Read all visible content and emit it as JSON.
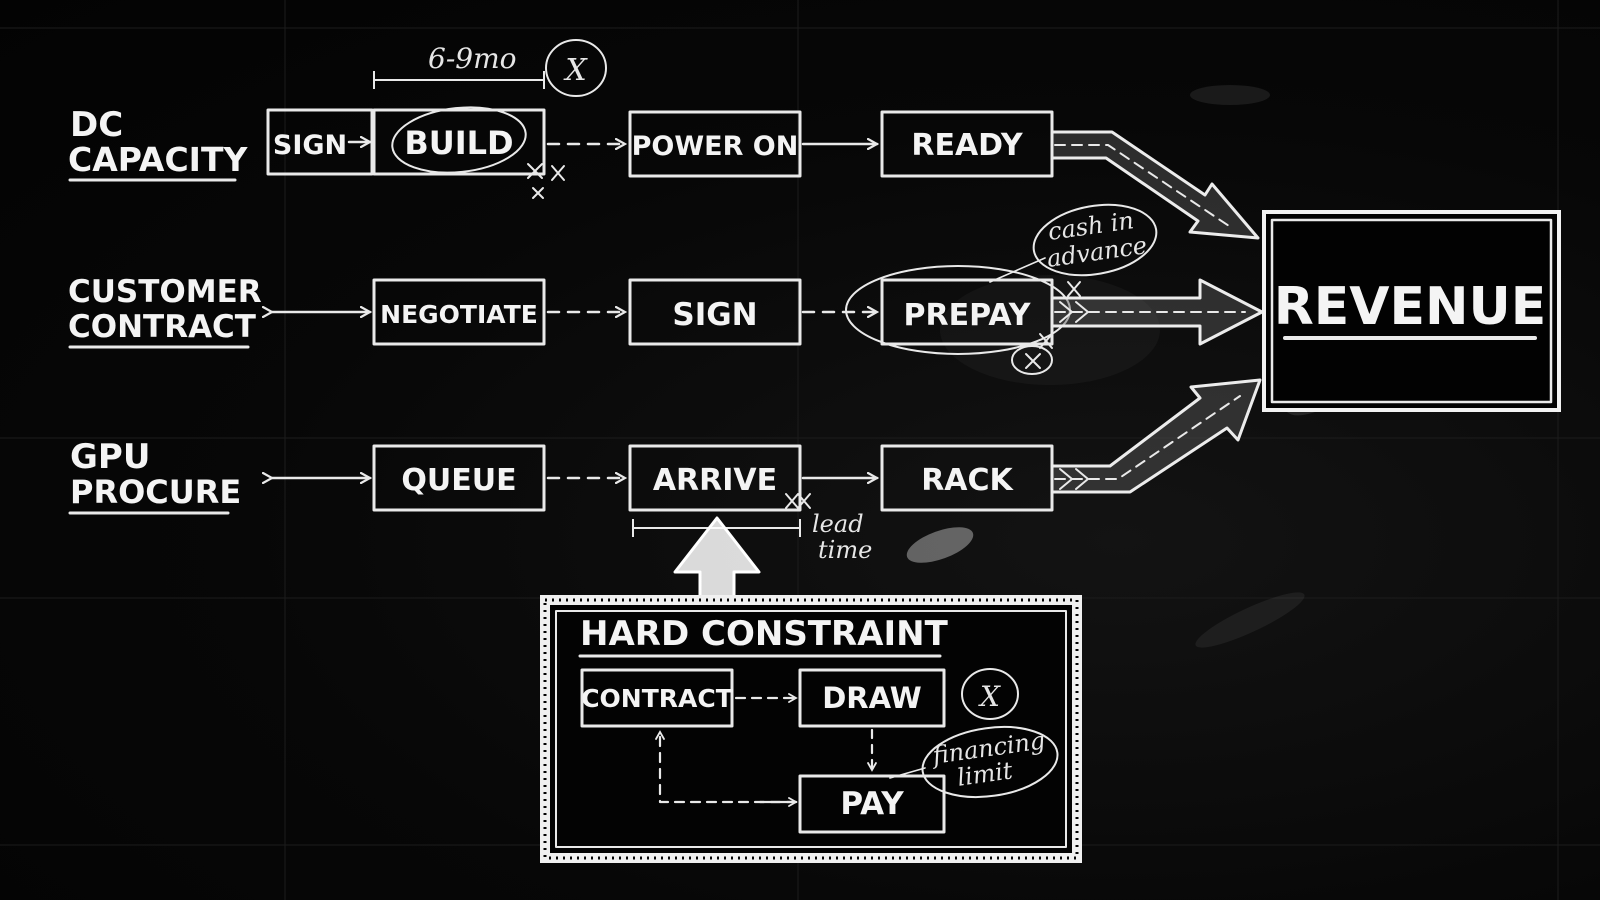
{
  "lanes": {
    "dc": {
      "line1": "DC",
      "line2": "CAPACITY"
    },
    "customer": {
      "line1": "CUSTOMER",
      "line2": "CONTRACT"
    },
    "gpu": {
      "line1": "GPU",
      "line2": "PROCURE"
    }
  },
  "steps": {
    "dc": {
      "sign": "SIGN",
      "build": "BUILD",
      "power_on": "POWER ON",
      "ready": "READY"
    },
    "customer": {
      "negotiate": "NEGOTIATE",
      "sign": "SIGN",
      "prepay": "PREPAY"
    },
    "gpu": {
      "queue": "QUEUE",
      "arrive": "ARRIVE",
      "rack": "RACK"
    }
  },
  "annotations": {
    "build_duration": "6-9mo",
    "cash_in_advance_1": "cash in",
    "cash_in_advance_2": "advance",
    "lead_time_1": "lead",
    "lead_time_2": "time",
    "x_mark": "X",
    "financing_limit_1": "financing",
    "financing_limit_2": "limit"
  },
  "revenue": {
    "label": "REVENUE"
  },
  "constraint": {
    "title": "HARD CONSTRAINT",
    "contract": "CONTRACT",
    "draw": "DRAW",
    "pay": "PAY"
  },
  "colors": {
    "chalk": "#e9e9e9",
    "board": "#050505"
  }
}
